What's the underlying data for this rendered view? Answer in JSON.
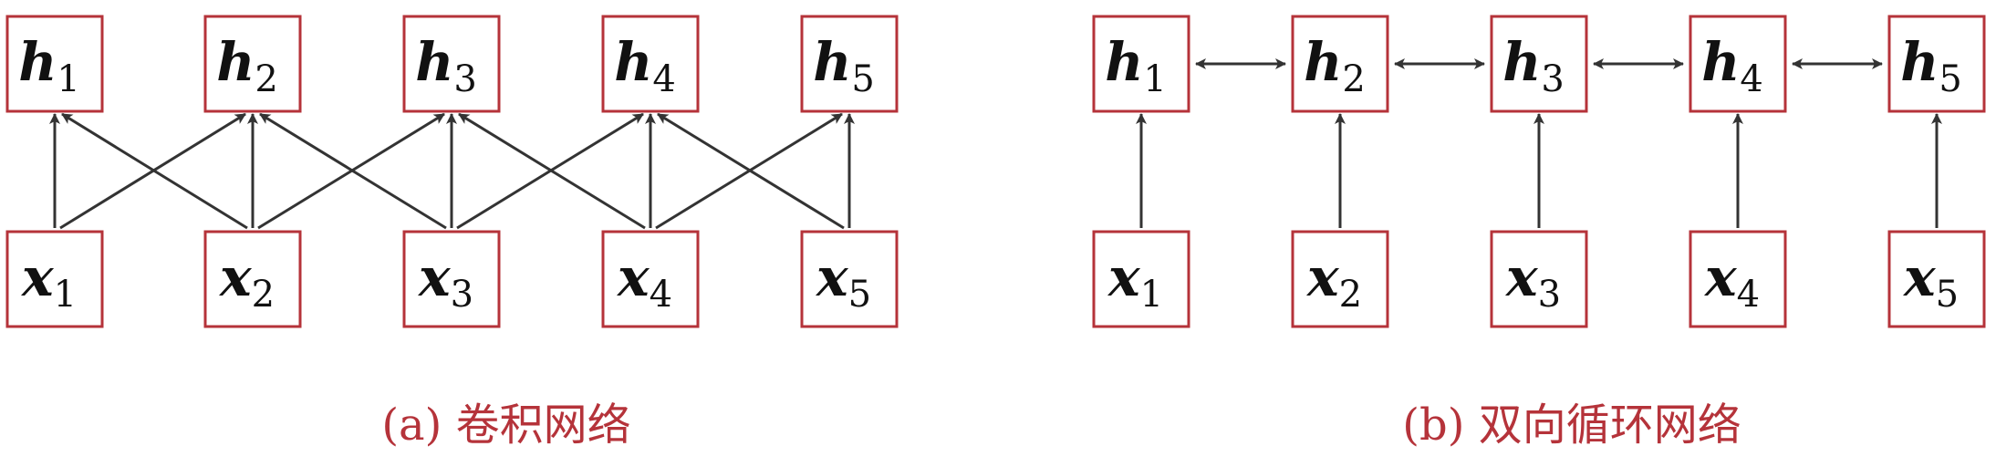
{
  "colors": {
    "box_border": "#b5333a",
    "arrow": "#333333",
    "caption": "#b5333a",
    "node_text": "#111111"
  },
  "panels": [
    {
      "id": "a",
      "caption": "(a) 卷积网络",
      "hidden_nodes": [
        {
          "base": "h",
          "sub": "1"
        },
        {
          "base": "h",
          "sub": "2"
        },
        {
          "base": "h",
          "sub": "3"
        },
        {
          "base": "h",
          "sub": "4"
        },
        {
          "base": "h",
          "sub": "5"
        }
      ],
      "input_nodes": [
        {
          "base": "x",
          "sub": "1"
        },
        {
          "base": "x",
          "sub": "2"
        },
        {
          "base": "x",
          "sub": "3"
        },
        {
          "base": "x",
          "sub": "4"
        },
        {
          "base": "x",
          "sub": "5"
        }
      ],
      "edges": [
        {
          "from": "x1",
          "to": "h1"
        },
        {
          "from": "x1",
          "to": "h2"
        },
        {
          "from": "x2",
          "to": "h1"
        },
        {
          "from": "x2",
          "to": "h2"
        },
        {
          "from": "x2",
          "to": "h3"
        },
        {
          "from": "x3",
          "to": "h2"
        },
        {
          "from": "x3",
          "to": "h3"
        },
        {
          "from": "x3",
          "to": "h4"
        },
        {
          "from": "x4",
          "to": "h3"
        },
        {
          "from": "x4",
          "to": "h4"
        },
        {
          "from": "x4",
          "to": "h5"
        },
        {
          "from": "x5",
          "to": "h4"
        },
        {
          "from": "x5",
          "to": "h5"
        }
      ]
    },
    {
      "id": "b",
      "caption": "(b) 双向循环网络",
      "hidden_nodes": [
        {
          "base": "h",
          "sub": "1"
        },
        {
          "base": "h",
          "sub": "2"
        },
        {
          "base": "h",
          "sub": "3"
        },
        {
          "base": "h",
          "sub": "4"
        },
        {
          "base": "h",
          "sub": "5"
        }
      ],
      "input_nodes": [
        {
          "base": "x",
          "sub": "1"
        },
        {
          "base": "x",
          "sub": "2"
        },
        {
          "base": "x",
          "sub": "3"
        },
        {
          "base": "x",
          "sub": "4"
        },
        {
          "base": "x",
          "sub": "5"
        }
      ],
      "edges": [
        {
          "from": "x1",
          "to": "h1"
        },
        {
          "from": "x2",
          "to": "h2"
        },
        {
          "from": "x3",
          "to": "h3"
        },
        {
          "from": "x4",
          "to": "h4"
        },
        {
          "from": "x5",
          "to": "h5"
        }
      ],
      "bidirectional_edges": [
        {
          "between": [
            "h1",
            "h2"
          ]
        },
        {
          "between": [
            "h2",
            "h3"
          ]
        },
        {
          "between": [
            "h3",
            "h4"
          ]
        },
        {
          "between": [
            "h4",
            "h5"
          ]
        }
      ]
    }
  ]
}
